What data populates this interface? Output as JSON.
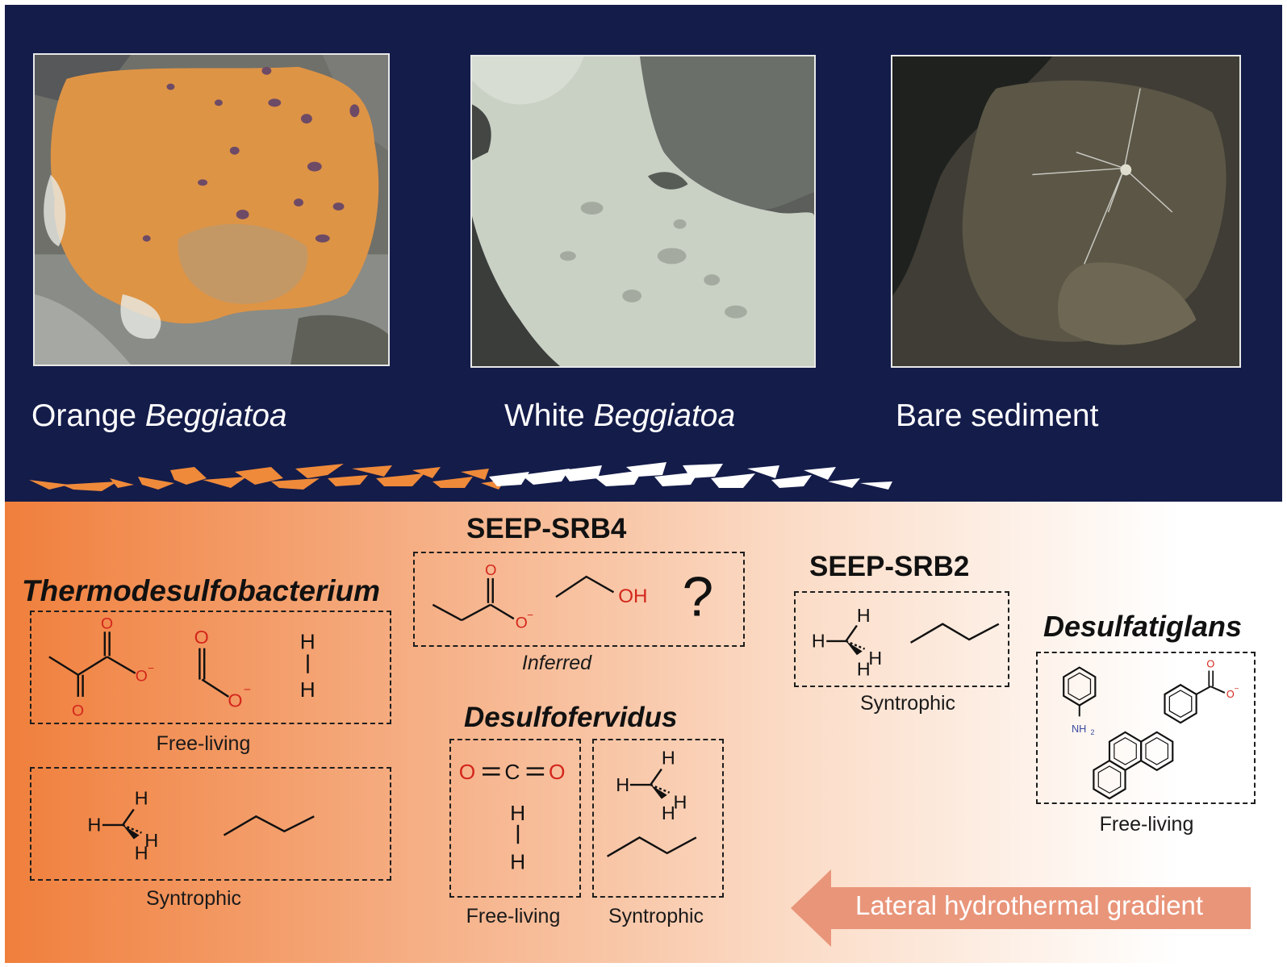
{
  "photos": [
    {
      "caption_plain": "Orange ",
      "caption_italic": "Beggiatoa"
    },
    {
      "caption_plain": "White ",
      "caption_italic": "Beggiatoa"
    },
    {
      "caption_plain": "Bare sediment",
      "caption_italic": ""
    }
  ],
  "groups": {
    "thermodesulfobacterium": {
      "title": "Thermodesulfobacterium",
      "free_living_caption": "Free-living",
      "syntrophic_caption": "Syntrophic"
    },
    "seep_srb4": {
      "title": "SEEP-SRB4",
      "caption": "Inferred",
      "question_mark": "?"
    },
    "desulfofervidus": {
      "title": "Desulfofervidus",
      "free_living_caption": "Free-living",
      "syntrophic_caption": "Syntrophic"
    },
    "seep_srb2": {
      "title": "SEEP-SRB2",
      "caption": "Syntrophic"
    },
    "desulfatiglans": {
      "title": "Desulfatiglans",
      "caption": "Free-living"
    }
  },
  "atoms": {
    "O": "O",
    "H": "H",
    "C": "C",
    "OH": "OH",
    "O_minus": "O",
    "minus": "−",
    "NH2": "NH",
    "sub2": "2"
  },
  "gradient": {
    "label": "Lateral hydrothermal gradient",
    "color": "#e9957a"
  },
  "colors": {
    "background_top": "#141c4a",
    "orange_mat": "#de9445",
    "white_mat": "#cfd6cb",
    "oxygen_red": "#d3261b",
    "nitrogen_blue": "#3a4aa0"
  }
}
